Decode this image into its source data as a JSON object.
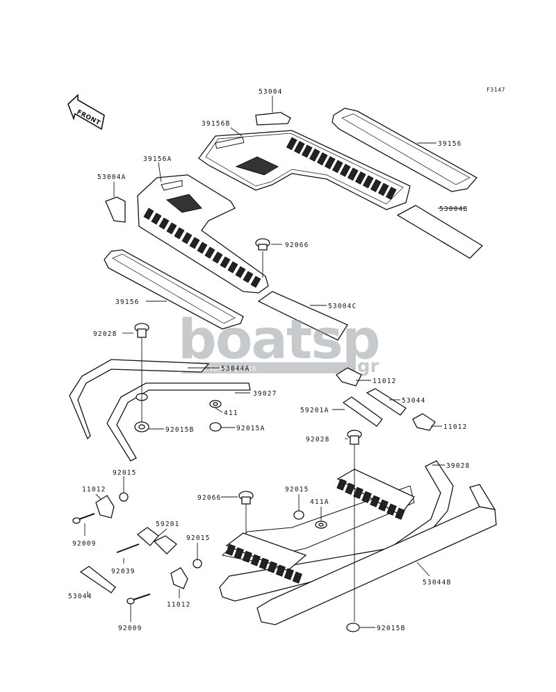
{
  "reference_code": "F3147",
  "front_label": "FRONT",
  "watermark": {
    "main": "boatsp",
    "suffix": ".gr",
    "tagline": "boat spare parts"
  },
  "parts": [
    {
      "id": "p1",
      "number": "53004"
    },
    {
      "id": "p2",
      "number": "39156B"
    },
    {
      "id": "p3",
      "number": "39156"
    },
    {
      "id": "p4",
      "number": "39156A"
    },
    {
      "id": "p5",
      "number": "53004A"
    },
    {
      "id": "p6",
      "number": "53004B"
    },
    {
      "id": "p7",
      "number": "92066"
    },
    {
      "id": "p8",
      "number": "39156"
    },
    {
      "id": "p9",
      "number": "53004C"
    },
    {
      "id": "p10",
      "number": "92028"
    },
    {
      "id": "p11",
      "number": "53044A"
    },
    {
      "id": "p12",
      "number": "39027"
    },
    {
      "id": "p13",
      "number": "411"
    },
    {
      "id": "p14",
      "number": "92015B"
    },
    {
      "id": "p15",
      "number": "92015A"
    },
    {
      "id": "p16",
      "number": "11012"
    },
    {
      "id": "p17",
      "number": "53044"
    },
    {
      "id": "p18",
      "number": "59201A"
    },
    {
      "id": "p19",
      "number": "11012"
    },
    {
      "id": "p20",
      "number": "92028"
    },
    {
      "id": "p21",
      "number": "39028"
    },
    {
      "id": "p22",
      "number": "92015"
    },
    {
      "id": "p23",
      "number": "11012"
    },
    {
      "id": "p24",
      "number": "92009"
    },
    {
      "id": "p25",
      "number": "92066"
    },
    {
      "id": "p26",
      "number": "92015"
    },
    {
      "id": "p27",
      "number": "411A"
    },
    {
      "id": "p28",
      "number": "59201"
    },
    {
      "id": "p29",
      "number": "92015"
    },
    {
      "id": "p30",
      "number": "92039"
    },
    {
      "id": "p31",
      "number": "53044"
    },
    {
      "id": "p32",
      "number": "11012"
    },
    {
      "id": "p33",
      "number": "92009"
    },
    {
      "id": "p34",
      "number": "53044B"
    },
    {
      "id": "p35",
      "number": "92015B"
    }
  ]
}
